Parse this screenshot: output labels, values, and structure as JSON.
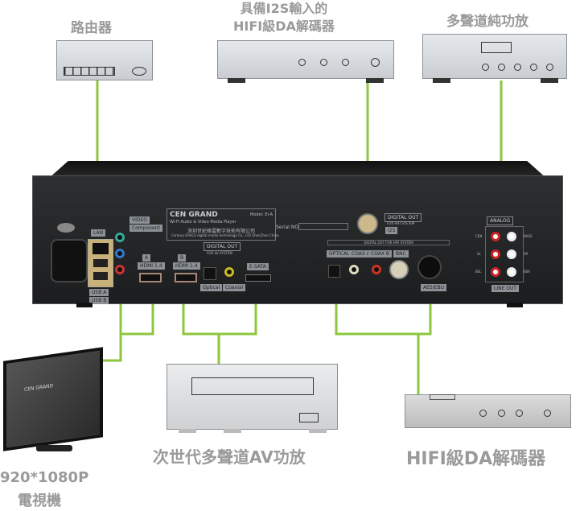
{
  "devices": {
    "router": {
      "label": "路由器"
    },
    "i2s_dac": {
      "label_line1": "具備I2S輸入的",
      "label_line2": "HIFI級DA解碼器"
    },
    "amp": {
      "label": "多聲道純功放"
    },
    "tv": {
      "label_line1": "920*1080P",
      "label_line2": "電視機",
      "screen_brand": "CEN GRAND"
    },
    "av_amp": {
      "label": "次世代多聲道AV功放"
    },
    "hifi_dac": {
      "label": "HIFI級DA解碼器"
    }
  },
  "panel": {
    "brand": "CEN GRAND",
    "model": "Model: Ei-A",
    "subtitle": "Wi-Fi Audio & Video Media Player",
    "company_cn": "深圳世紀格雷數字技術有限公司",
    "company_en": "Century GRACE digital media technology Co., LTD  ShenZhen  China",
    "serial": "Serial NO.",
    "video": "VIDEO",
    "component": "Component",
    "lan": "LAN",
    "usb_a": "USB A",
    "usb_b": "USB B",
    "hdmi_a": "A",
    "hdmi_b": "B",
    "hdmi_label": "HDMI 1.4",
    "digital_out_av": "DIGITAL OUT",
    "for_av": "FOR AV SYSTEM",
    "optical": "Optical",
    "coaxial": "Coaxial",
    "esata": "E-SATA",
    "digital_out_hifi": "DIGITAL OUT",
    "for_hifi": "FOR HIFI SYSTEM",
    "i2s": "I2S",
    "digital_out_hifi_bar": "DIGITAL OUT FOR HIFI SYSTEM",
    "optical2": "OPTICAL",
    "coax_a": "COAX A",
    "coax_b": "COAX B",
    "bnc": "BNC",
    "aes_ebu": "AES/EBU",
    "analog": "ANALOG",
    "line_out": "LINE OUT",
    "ch": [
      "CEN",
      "BASS",
      "SL",
      "SR",
      "BSL",
      "BSR"
    ]
  },
  "colors": {
    "link": "#8dc63f",
    "label": "#9a9a9a"
  }
}
